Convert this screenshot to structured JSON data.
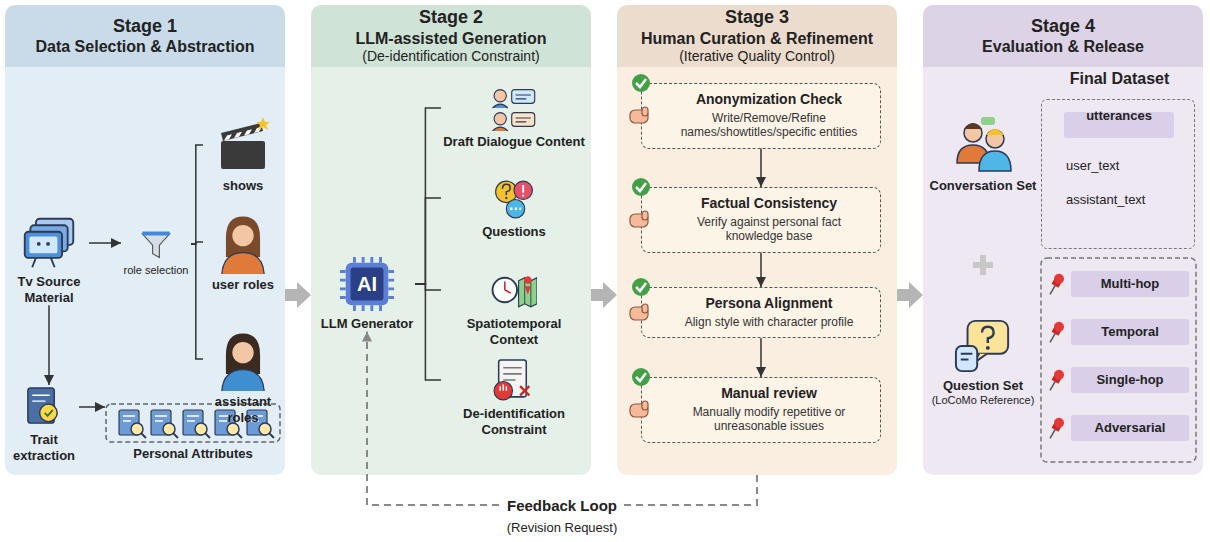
{
  "diagram": {
    "nodes": [
      {
        "text": [
          "Stage 1",
          "Data Selection & Abstraction"
        ]
      },
      {
        "text": [
          "Tv Source Material"
        ],
        "in": 0
      },
      {
        "text": [
          "role selection"
        ],
        "in": 0
      },
      {
        "text": [
          "shows"
        ],
        "in": 0
      },
      {
        "text": [
          "user roles"
        ],
        "in": 0
      },
      {
        "text": [
          "assistant roles"
        ],
        "in": 0
      },
      {
        "text": [
          "Trait extraction"
        ],
        "in": 0
      },
      {
        "text": [
          "Personal Attributes"
        ],
        "in": 0
      },
      {
        "text": [
          "Stage 2",
          "LLM-assisted Generation",
          "(De-identification Constraint)"
        ]
      },
      {
        "text": [
          "AI",
          "LLM Generator"
        ],
        "in": 8
      },
      {
        "text": [
          "Draft Dialogue Content"
        ],
        "in": 8
      },
      {
        "text": [
          "Questions"
        ],
        "in": 8
      },
      {
        "text": [
          "Spatiotemporal Context"
        ],
        "in": 8
      },
      {
        "text": [
          "De-identification Constraint"
        ],
        "in": 8
      },
      {
        "text": [
          "Stage 3",
          "Human Curation & Refinement",
          "(Iterative Quality Control)"
        ]
      },
      {
        "text": [
          "Anonymization Check",
          "Write/Remove/Refine names/showtitles/specific entities"
        ],
        "in": 14
      },
      {
        "text": [
          "Factual Consistency",
          "Verify against personal fact knowledge base"
        ],
        "in": 14
      },
      {
        "text": [
          "Persona Alignment",
          "Align style with character profile"
        ],
        "in": 14
      },
      {
        "text": [
          "Manual review",
          "Manually modify repetitive or unreasonable issues"
        ],
        "in": 14
      },
      {
        "text": [
          "Stage 4",
          "Evaluation & Release"
        ]
      },
      {
        "text": [
          "Conversation Set"
        ],
        "in": 19
      },
      {
        "text": [
          "user_text",
          "assistant_text"
        ],
        "in": 19
      },
      {
        "text": [
          "utterances"
        ],
        "in": 21
      },
      {
        "text": [
          "Question Set",
          "(LoCoMo Reference)"
        ],
        "in": 19
      },
      {
        "text": [
          "Multi-hop"
        ],
        "in": 19
      },
      {
        "text": [
          "Temporal"
        ],
        "in": 19
      },
      {
        "text": [
          "Single-hop"
        ],
        "in": 19
      },
      {
        "text": [
          "Adversarial"
        ],
        "in": 19
      }
    ],
    "edges": [
      {
        "from": 1,
        "to": 2,
        "arrow": "to"
      },
      {
        "from": 2,
        "to": 3,
        "arrow": "none"
      },
      {
        "from": 2,
        "to": 4,
        "arrow": "none"
      },
      {
        "from": 2,
        "to": 5,
        "arrow": "none"
      },
      {
        "from": 1,
        "to": 6,
        "arrow": "to"
      },
      {
        "from": 6,
        "to": 7,
        "arrow": "to"
      },
      {
        "from": 0,
        "to": 8,
        "arrow": "to"
      },
      {
        "from": 9,
        "to": 10,
        "arrow": "none"
      },
      {
        "from": 9,
        "to": 11,
        "arrow": "none"
      },
      {
        "from": 9,
        "to": 12,
        "arrow": "none"
      },
      {
        "from": 9,
        "to": 13,
        "arrow": "none"
      },
      {
        "from": 8,
        "to": 14,
        "arrow": "to"
      },
      {
        "from": 15,
        "to": 16,
        "arrow": "to"
      },
      {
        "from": 16,
        "to": 17,
        "arrow": "to"
      },
      {
        "from": 17,
        "to": 18,
        "arrow": "to"
      },
      {
        "from": 14,
        "to": 19,
        "arrow": "to"
      },
      {
        "from": 14,
        "to": 9,
        "label": "Feedback Loop",
        "arrow": "to"
      }
    ],
    "labels": [
      "Final Dataset",
      "(Revision Request)"
    ]
  }
}
